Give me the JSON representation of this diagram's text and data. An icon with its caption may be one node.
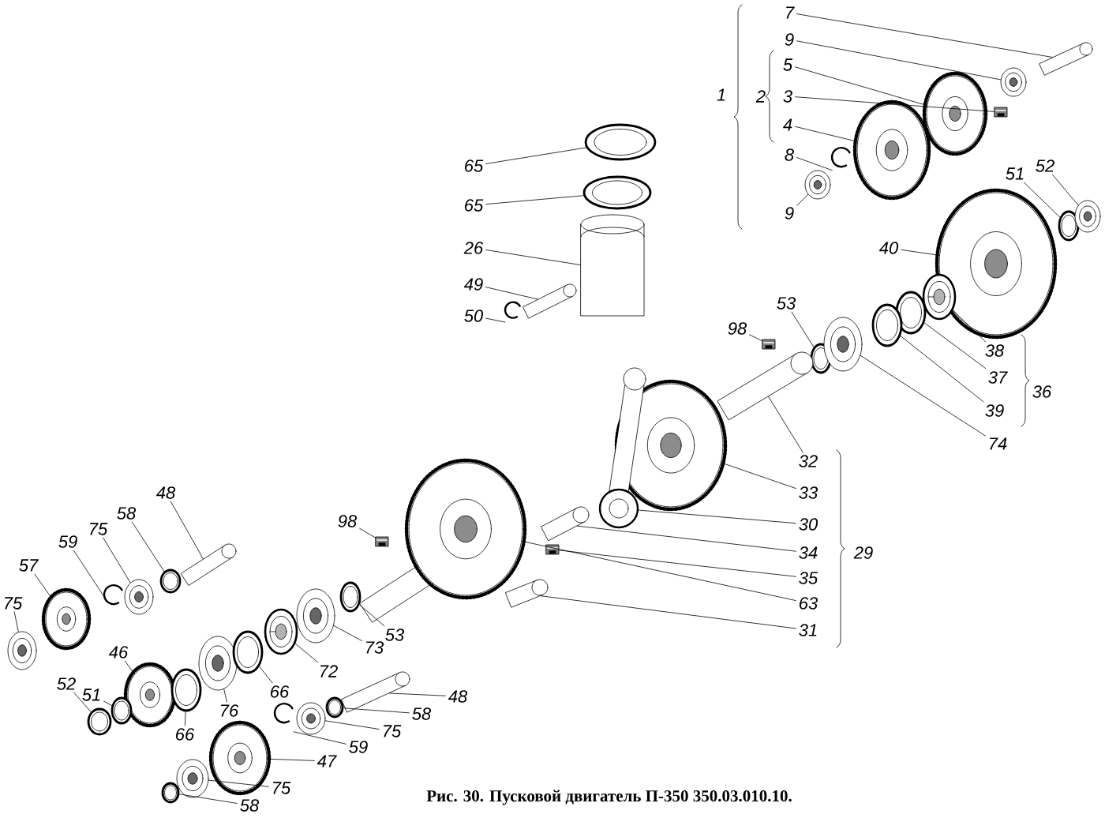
{
  "diagram": {
    "caption": "Рис. 30. Пусковой двигатель П-350 350.03.010.10.",
    "nodes": [
      {
        "text": [
          "7"
        ]
      },
      {
        "text": [
          "9"
        ]
      },
      {
        "text": [
          "5"
        ]
      },
      {
        "text": [
          "3"
        ]
      },
      {
        "text": [
          "4"
        ]
      },
      {
        "text": [
          "8"
        ]
      },
      {
        "text": [
          "9"
        ]
      },
      {
        "text": [
          "65"
        ]
      },
      {
        "text": [
          "65"
        ]
      },
      {
        "text": [
          "26"
        ]
      },
      {
        "text": [
          "49"
        ]
      },
      {
        "text": [
          "50"
        ]
      },
      {
        "text": [
          "51"
        ]
      },
      {
        "text": [
          "52"
        ]
      },
      {
        "text": [
          "40"
        ]
      },
      {
        "text": [
          "53"
        ]
      },
      {
        "text": [
          "98"
        ]
      },
      {
        "text": [
          "38"
        ]
      },
      {
        "text": [
          "37"
        ]
      },
      {
        "text": [
          "39"
        ]
      },
      {
        "text": [
          "74"
        ]
      },
      {
        "text": [
          "32"
        ]
      },
      {
        "text": [
          "33"
        ]
      },
      {
        "text": [
          "30"
        ]
      },
      {
        "text": [
          "34"
        ]
      },
      {
        "text": [
          "35"
        ]
      },
      {
        "text": [
          "63"
        ]
      },
      {
        "text": [
          "31"
        ]
      },
      {
        "text": [
          "48"
        ]
      },
      {
        "text": [
          "58"
        ]
      },
      {
        "text": [
          "75"
        ]
      },
      {
        "text": [
          "59"
        ]
      },
      {
        "text": [
          "57"
        ]
      },
      {
        "text": [
          "75"
        ]
      },
      {
        "text": [
          "98"
        ]
      },
      {
        "text": [
          "46"
        ]
      },
      {
        "text": [
          "51"
        ]
      },
      {
        "text": [
          "52"
        ]
      },
      {
        "text": [
          "66"
        ]
      },
      {
        "text": [
          "76"
        ]
      },
      {
        "text": [
          "66"
        ]
      },
      {
        "text": [
          "72"
        ]
      },
      {
        "text": [
          "73"
        ]
      },
      {
        "text": [
          "53"
        ]
      },
      {
        "text": [
          "48"
        ]
      },
      {
        "text": [
          "58"
        ]
      },
      {
        "text": [
          "75"
        ]
      },
      {
        "text": [
          "59"
        ]
      },
      {
        "text": [
          "47"
        ]
      },
      {
        "text": [
          "75"
        ]
      },
      {
        "text": [
          "58"
        ]
      },
      {
        "text": [],
        "shape": "picture"
      },
      {
        "text": [],
        "shape": "picture"
      },
      {
        "text": [],
        "shape": "picture"
      },
      {
        "text": [],
        "shape": "picture"
      },
      {
        "text": [],
        "shape": "picture"
      },
      {
        "text": [],
        "shape": "picture"
      },
      {
        "text": [],
        "shape": "picture"
      },
      {
        "text": [],
        "shape": "picture"
      },
      {
        "text": [],
        "shape": "picture"
      },
      {
        "text": [],
        "shape": "picture"
      },
      {
        "text": [],
        "shape": "picture"
      },
      {
        "text": [],
        "shape": "picture"
      },
      {
        "text": [],
        "shape": "picture"
      },
      {
        "text": [],
        "shape": "picture"
      },
      {
        "text": [],
        "shape": "picture"
      },
      {
        "text": [],
        "shape": "picture"
      },
      {
        "text": [],
        "shape": "picture"
      },
      {
        "text": [],
        "shape": "picture"
      },
      {
        "text": [],
        "shape": "picture"
      },
      {
        "text": [],
        "shape": "picture"
      },
      {
        "text": [],
        "shape": "picture"
      },
      {
        "text": [],
        "shape": "picture"
      },
      {
        "text": [],
        "shape": "picture"
      },
      {
        "text": [],
        "shape": "picture"
      },
      {
        "text": [],
        "shape": "picture"
      },
      {
        "text": [],
        "shape": "picture"
      },
      {
        "text": [],
        "shape": "picture"
      },
      {
        "text": [],
        "shape": "picture"
      },
      {
        "text": [],
        "shape": "picture"
      },
      {
        "text": [],
        "shape": "picture"
      },
      {
        "text": [],
        "shape": "picture"
      },
      {
        "text": [],
        "shape": "picture"
      },
      {
        "text": [],
        "shape": "picture"
      },
      {
        "text": [],
        "shape": "picture"
      },
      {
        "text": [],
        "shape": "picture"
      },
      {
        "text": [],
        "shape": "picture"
      },
      {
        "text": [],
        "shape": "picture"
      },
      {
        "text": [],
        "shape": "picture"
      },
      {
        "text": [],
        "shape": "picture"
      },
      {
        "text": [],
        "shape": "picture"
      },
      {
        "text": [],
        "shape": "picture"
      },
      {
        "text": [],
        "shape": "picture"
      },
      {
        "text": [],
        "shape": "picture"
      },
      {
        "text": [],
        "shape": "picture"
      },
      {
        "text": [],
        "shape": "picture"
      },
      {
        "text": [],
        "shape": "picture"
      },
      {
        "text": [],
        "shape": "picture"
      },
      {
        "text": [],
        "shape": "picture"
      },
      {
        "text": [],
        "shape": "picture"
      },
      {
        "text": [],
        "shape": "picture"
      },
      {
        "text": [],
        "shape": "picture"
      }
    ],
    "edges": [
      {
        "from": 0,
        "to": 51,
        "arrow": "none"
      },
      {
        "from": 1,
        "to": 52,
        "arrow": "none"
      },
      {
        "from": 2,
        "to": 53,
        "arrow": "none"
      },
      {
        "from": 3,
        "to": 54,
        "arrow": "none"
      },
      {
        "from": 4,
        "to": 55,
        "arrow": "none"
      },
      {
        "from": 5,
        "to": 56,
        "arrow": "none"
      },
      {
        "from": 6,
        "to": 57,
        "arrow": "none"
      },
      {
        "from": 7,
        "to": 58,
        "arrow": "none"
      },
      {
        "from": 8,
        "to": 59,
        "arrow": "none"
      },
      {
        "from": 9,
        "to": 60,
        "arrow": "none"
      },
      {
        "from": 10,
        "to": 61,
        "arrow": "none"
      },
      {
        "from": 11,
        "to": 62,
        "arrow": "none"
      },
      {
        "from": 12,
        "to": 63,
        "arrow": "none"
      },
      {
        "from": 13,
        "to": 64,
        "arrow": "none"
      },
      {
        "from": 14,
        "to": 65,
        "arrow": "none"
      },
      {
        "from": 15,
        "to": 66,
        "arrow": "none"
      },
      {
        "from": 16,
        "to": 67,
        "arrow": "none"
      },
      {
        "from": 17,
        "to": 68,
        "arrow": "none"
      },
      {
        "from": 18,
        "to": 69,
        "arrow": "none"
      },
      {
        "from": 19,
        "to": 70,
        "arrow": "none"
      },
      {
        "from": 20,
        "to": 71,
        "arrow": "none"
      },
      {
        "from": 21,
        "to": 72,
        "arrow": "none"
      },
      {
        "from": 22,
        "to": 73,
        "arrow": "none"
      },
      {
        "from": 23,
        "to": 74,
        "arrow": "none"
      },
      {
        "from": 24,
        "to": 75,
        "arrow": "none"
      },
      {
        "from": 25,
        "to": 76,
        "arrow": "none"
      },
      {
        "from": 26,
        "to": 77,
        "arrow": "none"
      },
      {
        "from": 27,
        "to": 78,
        "arrow": "none"
      },
      {
        "from": 28,
        "to": 79,
        "arrow": "none"
      },
      {
        "from": 29,
        "to": 80,
        "arrow": "none"
      },
      {
        "from": 30,
        "to": 81,
        "arrow": "none"
      },
      {
        "from": 31,
        "to": 82,
        "arrow": "none"
      },
      {
        "from": 32,
        "to": 83,
        "arrow": "none"
      },
      {
        "from": 33,
        "to": 84,
        "arrow": "none"
      },
      {
        "from": 34,
        "to": 85,
        "arrow": "none"
      },
      {
        "from": 35,
        "to": 86,
        "arrow": "none"
      },
      {
        "from": 36,
        "to": 87,
        "arrow": "none"
      },
      {
        "from": 37,
        "to": 88,
        "arrow": "none"
      },
      {
        "from": 38,
        "to": 89,
        "arrow": "none"
      },
      {
        "from": 39,
        "to": 90,
        "arrow": "none"
      },
      {
        "from": 40,
        "to": 91,
        "arrow": "none"
      },
      {
        "from": 41,
        "to": 92,
        "arrow": "none"
      },
      {
        "from": 42,
        "to": 93,
        "arrow": "none"
      },
      {
        "from": 43,
        "to": 94,
        "arrow": "none"
      },
      {
        "from": 44,
        "to": 95,
        "arrow": "none"
      },
      {
        "from": 45,
        "to": 96,
        "arrow": "none"
      },
      {
        "from": 46,
        "to": 97,
        "arrow": "none"
      },
      {
        "from": 47,
        "to": 98,
        "arrow": "none"
      },
      {
        "from": 48,
        "to": 99,
        "arrow": "none"
      },
      {
        "from": 49,
        "to": 100,
        "arrow": "none"
      },
      {
        "from": 50,
        "to": 101,
        "arrow": "none"
      }
    ],
    "labels": [
      "1",
      "2",
      "36",
      "29"
    ]
  }
}
